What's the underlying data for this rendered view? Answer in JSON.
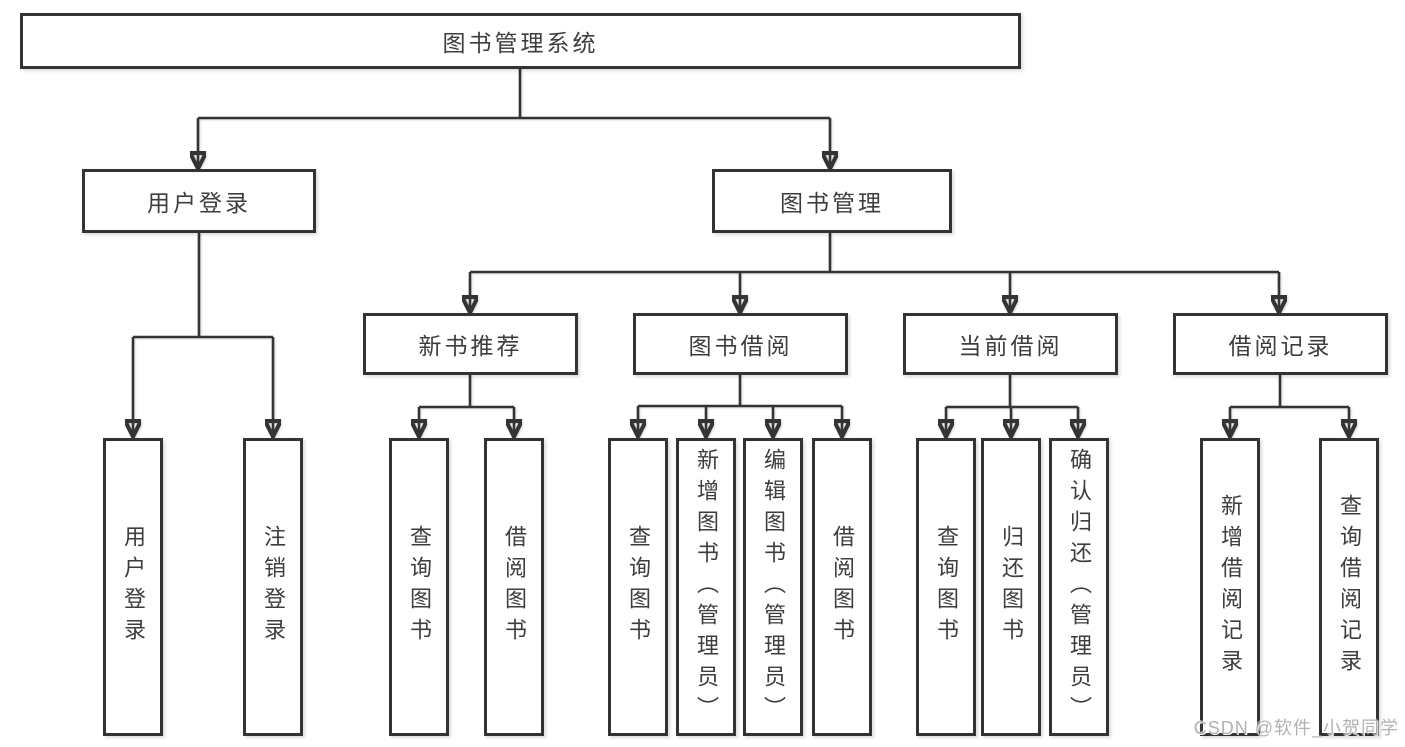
{
  "tree": {
    "root": "图书管理系统",
    "branches": [
      {
        "label": "用户登录",
        "children": [
          "用户登录",
          "注销登录"
        ]
      },
      {
        "label": "图书管理",
        "groups": [
          {
            "label": "新书推荐",
            "children": [
              "查询图书",
              "借阅图书"
            ]
          },
          {
            "label": "图书借阅",
            "children": [
              "查询图书",
              "新增图书（管理员）",
              "编辑图书（管理员）",
              "借阅图书"
            ]
          },
          {
            "label": "当前借阅",
            "children": [
              "查询图书",
              "归还图书",
              "确认归还（管理员）"
            ]
          },
          {
            "label": "借阅记录",
            "children": [
              "新增借阅记录",
              "查询借阅记录"
            ]
          }
        ]
      }
    ]
  },
  "watermark": {
    "text": "CSDN @软件_小贺同学"
  },
  "colors": {
    "line": "#343434",
    "border": "#333333",
    "text": "#3d3d3d",
    "watermark": "#b2b2b2",
    "background": "#ffffff"
  }
}
